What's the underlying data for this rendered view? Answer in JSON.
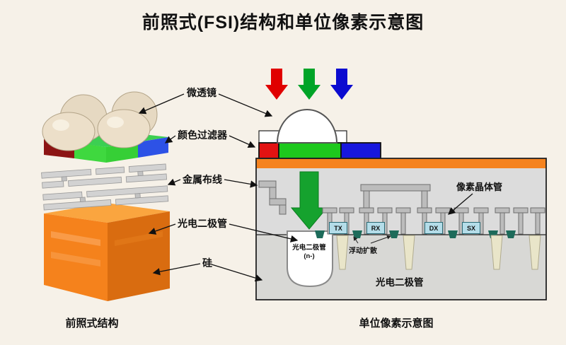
{
  "title": "前照式(FSI)结构和单位像素示意图",
  "callouts": {
    "microlens": "微透镜",
    "color_filter": "颜色过滤器",
    "metal_wiring": "金属布线",
    "photodiode": "光电二极管",
    "silicon": "硅"
  },
  "captions": {
    "left": "前照式结构",
    "right": "单位像素示意图"
  },
  "cross_section": {
    "pixel_transistor": "像素晶体管",
    "floating_diffusion": "浮动扩散",
    "photodiode_well_line1": "光电二极管",
    "photodiode_well_line2": "(n-)",
    "photodiode_region": "光电二极管",
    "transistors": [
      {
        "label": "TX"
      },
      {
        "label": "RX"
      },
      {
        "label": "DX"
      },
      {
        "label": "SX"
      }
    ]
  },
  "colors": {
    "background": "#f6f1e8",
    "silicon_orange": "#f5831f",
    "filter_red": "#e21212",
    "filter_green": "#1dc81d",
    "filter_blue": "#1717dd",
    "light_arrow_red": "#e00000",
    "light_arrow_green": "#00a428",
    "light_arrow_blue": "#0b0bd0",
    "photodiode_arrow_green": "#15a22e",
    "transistor_box_fill": "#b4dde9",
    "substrate_gray": "#dcdcdc"
  }
}
